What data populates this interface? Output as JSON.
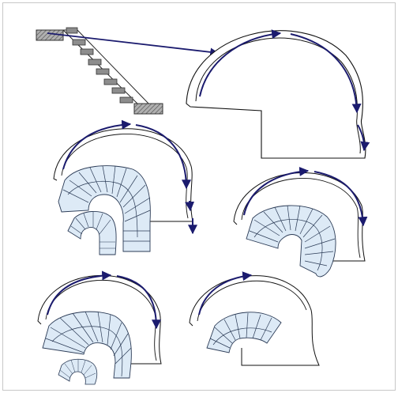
{
  "colors": {
    "page": "#ffffff",
    "frame": "#c8c8c8",
    "ink": "#111111",
    "arrow": "#1b1b6e",
    "stairFill": "#ddeaf6",
    "stairStroke": "#2a3a55",
    "hatchFill": "#9a9a9a"
  },
  "panels": [
    {
      "id": "straight-stair-unrolled"
    },
    {
      "id": "spiral-stair-left-large"
    },
    {
      "id": "spiral-stair-right-medium"
    },
    {
      "id": "spiral-stair-left-bottom"
    },
    {
      "id": "spiral-stair-right-bottom"
    }
  ]
}
